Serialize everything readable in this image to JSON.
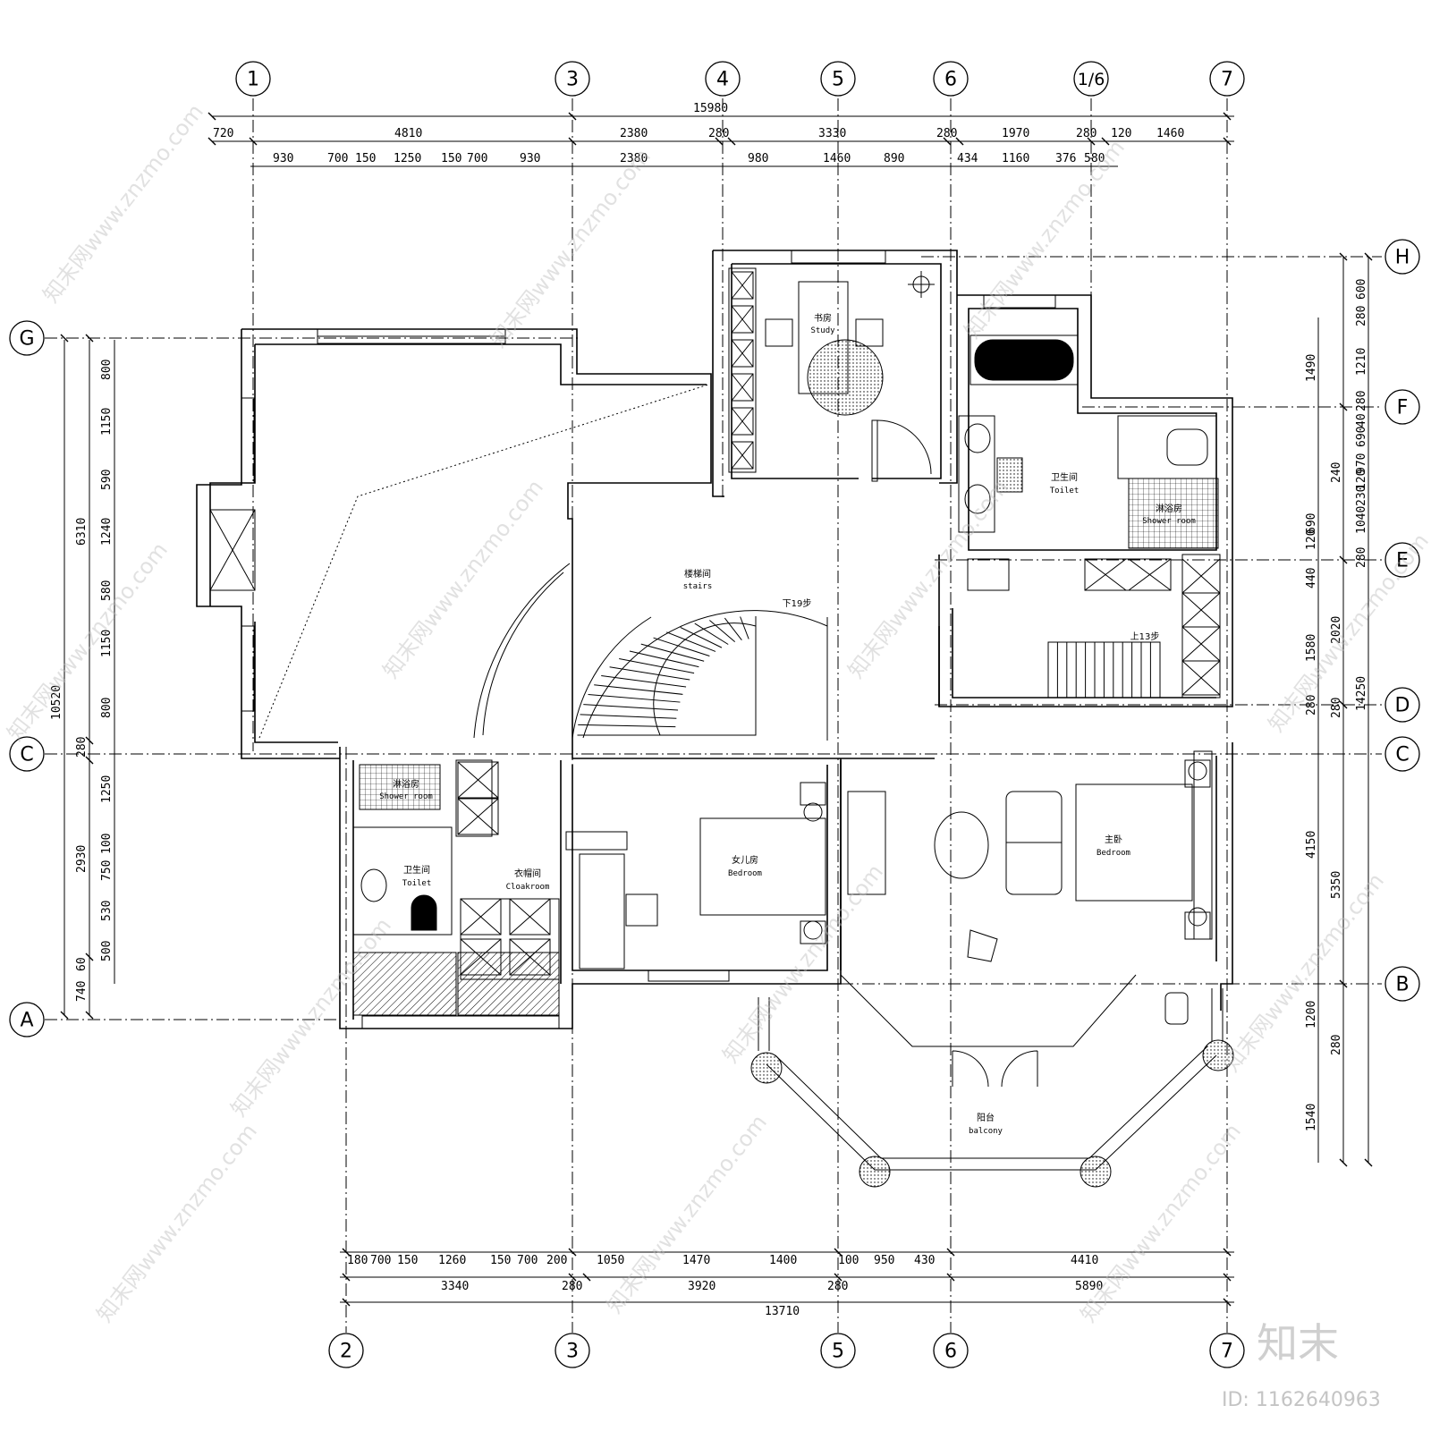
{
  "axes": {
    "top": [
      "1",
      "3",
      "4",
      "5",
      "6",
      "1/6",
      "7"
    ],
    "bottom": [
      "2",
      "3",
      "5",
      "6",
      "7"
    ],
    "left": [
      "G",
      "C",
      "A"
    ],
    "right": [
      "H",
      "F",
      "E",
      "D",
      "C",
      "B"
    ]
  },
  "dims": {
    "top_total": "15980",
    "top_mid": [
      "720",
      "4810",
      "2380",
      "280",
      "3330",
      "280",
      "1970",
      "280",
      "120",
      "1460"
    ],
    "top_inner": [
      "930",
      "700",
      "150",
      "1250",
      "150",
      "700",
      "930",
      "2380",
      "980",
      "1460",
      "890",
      "434",
      "1160",
      "376",
      "580"
    ],
    "bottom_inner": [
      "180",
      "700",
      "150",
      "1260",
      "150",
      "700",
      "200",
      "1050",
      "1470",
      "1400",
      "100",
      "950",
      "430",
      "4410"
    ],
    "bottom_mid": [
      "3340",
      "280",
      "3920",
      "280",
      "5890"
    ],
    "bottom_total": "13710",
    "left_total": "10520",
    "left_mid": [
      "6310",
      "280",
      "2930",
      "740",
      "60"
    ],
    "left_inner": [
      "800",
      "1150",
      "590",
      "1240",
      "580",
      "1150",
      "800",
      "1250",
      "100",
      "750",
      "530",
      "500"
    ],
    "right_total": "14250",
    "right_mid": [
      "240",
      "1490",
      "2020",
      "280",
      "4150",
      "5350",
      "1200",
      "280",
      "1540"
    ],
    "right_inner": [
      "600",
      "280",
      "1210",
      "280",
      "40",
      "690",
      "970",
      "120",
      "230",
      "1040",
      "690",
      "120",
      "280",
      "440",
      "1580",
      "280"
    ]
  },
  "rooms": [
    {
      "id": "study",
      "zh": "书房",
      "en": "Study"
    },
    {
      "id": "stairs",
      "zh": "楼梯间",
      "en": "stairs"
    },
    {
      "id": "down_note",
      "zh": "下19步"
    },
    {
      "id": "up_note",
      "zh": "上13步"
    },
    {
      "id": "toilet_ne",
      "zh": "卫生间",
      "en": "Toilet"
    },
    {
      "id": "shower_ne",
      "zh": "淋浴房",
      "en": "Shower room"
    },
    {
      "id": "shower_sw",
      "zh": "淋浴房",
      "en": "Shower room"
    },
    {
      "id": "toilet_sw",
      "zh": "卫生间",
      "en": "Toilet"
    },
    {
      "id": "cloakroom",
      "zh": "衣帽间",
      "en": "Cloakroom"
    },
    {
      "id": "daughter",
      "zh": "女儿房",
      "en": "Bedroom"
    },
    {
      "id": "master",
      "zh": "主卧",
      "en": "Bedroom"
    },
    {
      "id": "balcony",
      "zh": "阳台",
      "en": "balcony"
    }
  ],
  "watermark": "知末网www.znzmo.com",
  "brand": "知末",
  "image_id": "ID: 1162640963"
}
